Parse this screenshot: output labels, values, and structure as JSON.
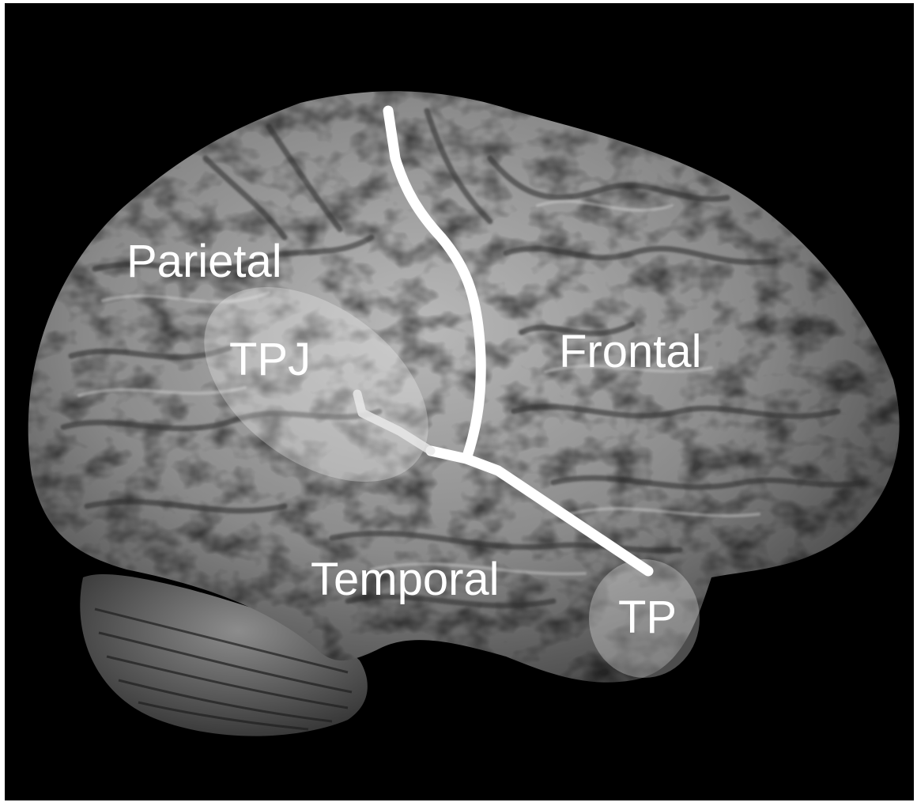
{
  "figure": {
    "labels": {
      "parietal": "Parietal",
      "frontal": "Frontal",
      "temporal": "Temporal",
      "tpj": "TPJ",
      "tp": "TP"
    },
    "colors": {
      "background": "#000000",
      "border": "#ffffff",
      "cortex_light": "#b7b7b7",
      "cortex_dark": "#3a3a3a",
      "label": "#ffffff",
      "sulcus_line": "#ffffff",
      "region_highlight": "#ffffff"
    }
  }
}
